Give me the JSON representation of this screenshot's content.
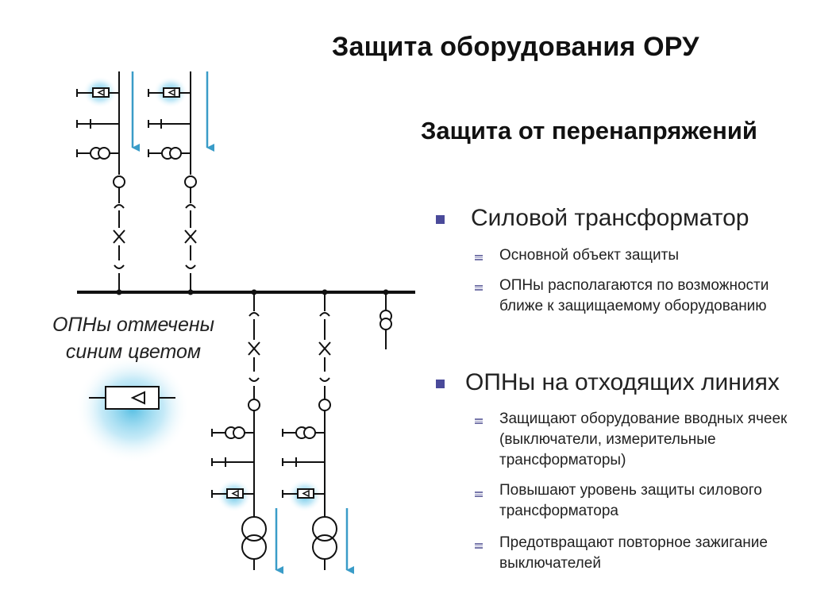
{
  "title": "Защита оборудования ОРУ",
  "subtitle": "Защита от перенапряжений",
  "sections": [
    {
      "heading": "Силовой трансформатор",
      "items": [
        "Основной объект защиты",
        "ОПНы располагаются по возможности ближе к защищаемому оборудованию"
      ]
    },
    {
      "heading": "ОПНы на отходящих линиях",
      "items": [
        "Защищают оборудование вводных ячеек (выключатели, измерительные трансформаторы)",
        "Повышают уровень защиты силового трансформатора",
        "Предотвращают повторное зажигание выключателей"
      ]
    }
  ],
  "caption": "ОПНы отмечены синим цветом",
  "colors": {
    "highlight": "#3bb4de",
    "arrow": "#3a9cc8",
    "bullet": "#4a4a9a",
    "line": "#111111"
  }
}
